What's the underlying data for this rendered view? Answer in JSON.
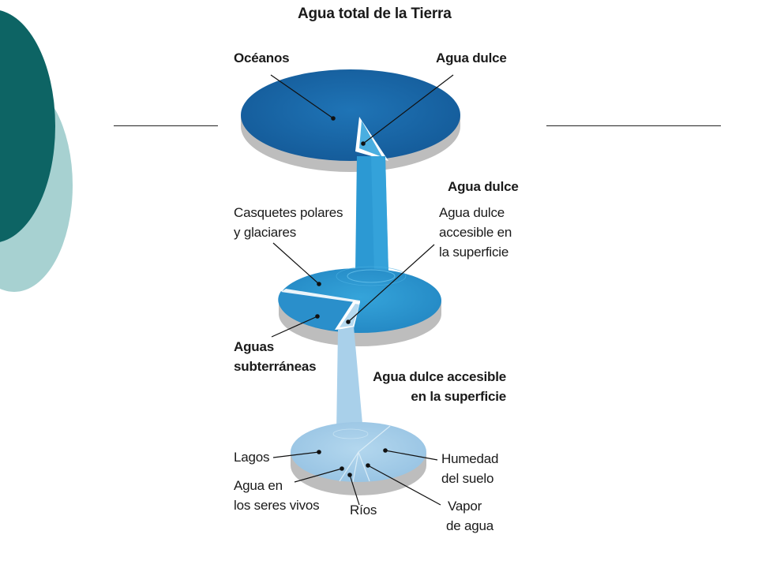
{
  "colors": {
    "decoration_dark": "#0d6464",
    "decoration_light": "#a7d1d1",
    "ocean_blue": "#1766a8",
    "fresh_blue": "#2e9ad2",
    "surface_blue": "#a9d0ea",
    "disk_edge": "#bfbfbf"
  },
  "diagram": {
    "title": "Agua total de la Tierra",
    "disk1": {
      "label_oceans": "Océanos",
      "label_fresh": "Agua dulce"
    },
    "disk2": {
      "heading": "Agua dulce",
      "label_ice_l1": "Casquetes polares",
      "label_ice_l2": "y glaciares",
      "label_surface_l1": "Agua dulce",
      "label_surface_l2": "accesible en",
      "label_surface_l3": "la superficie",
      "label_ground_l1": "Aguas",
      "label_ground_l2": "subterráneas"
    },
    "disk3": {
      "heading_l1": "Agua dulce accesible",
      "heading_l2": "en la superficie",
      "label_lakes": "Lagos",
      "label_living_l1": "Agua en",
      "label_living_l2": "los seres vivos",
      "label_rivers": "Ríos",
      "label_soil_l1": "Humedad",
      "label_soil_l2": "del suelo",
      "label_vapor_l1": "Vapor",
      "label_vapor_l2": "de agua"
    }
  }
}
